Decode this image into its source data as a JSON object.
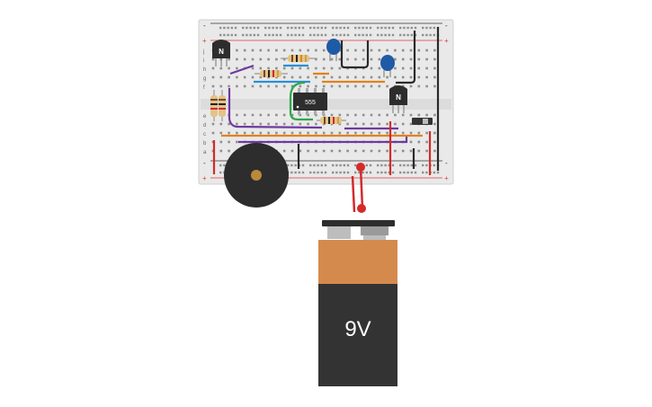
{
  "breadboard": {
    "row_letters_top": [
      "j",
      "i",
      "h",
      "g",
      "f"
    ],
    "row_letters_bottom": [
      "e",
      "d",
      "c",
      "b",
      "a"
    ],
    "rail_plus": "+",
    "rail_minus": "-"
  },
  "components": {
    "transistor_left_label": "N",
    "transistor_right_label": "N",
    "ic_label": "555",
    "battery_label": "9V"
  },
  "colors": {
    "board": "#e9e9e9",
    "rail_red": "#d83c3c",
    "rail_black": "#333333",
    "wire_red": "#d42a2a",
    "wire_black": "#2a2a2a",
    "wire_purple": "#6e3a9e",
    "wire_orange": "#e0821e",
    "wire_blue": "#2a8fd6",
    "wire_green": "#2fa84a",
    "battery_top": "#d48a4c",
    "battery_body": "#333333",
    "capacitor": "#1e5aa6",
    "buzzer": "#2d2d2d"
  }
}
